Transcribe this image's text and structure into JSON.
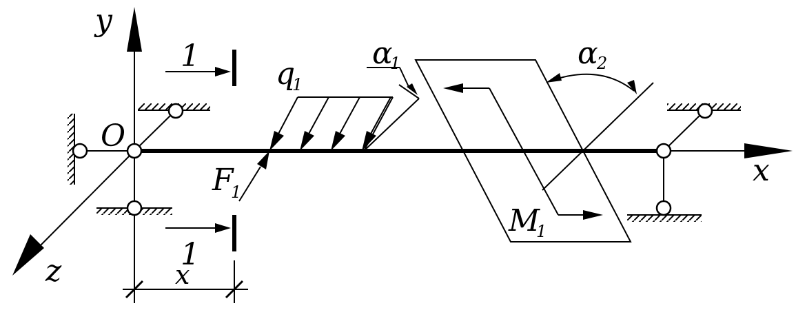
{
  "labels": {
    "y_axis": "y",
    "x_axis": "x",
    "z_axis": "z",
    "origin": "O",
    "force": "F",
    "force_sub": "1",
    "load": "q",
    "load_sub": "1",
    "moment": "M",
    "moment_sub": "1",
    "angle1": "α",
    "angle1_sub": "1",
    "angle2": "α",
    "angle2_sub": "2",
    "section_top": "1",
    "section_bottom": "1",
    "dimension": "x"
  },
  "colors": {
    "stroke": "#000000",
    "background": "#ffffff"
  }
}
